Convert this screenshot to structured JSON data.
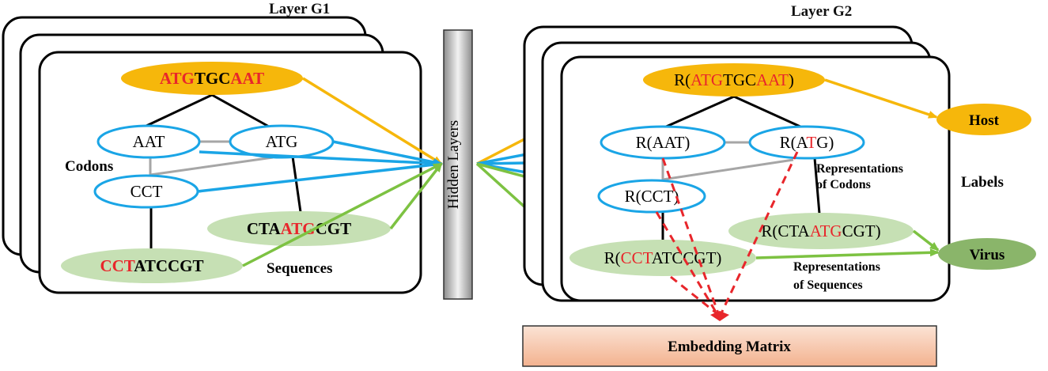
{
  "layer_g1": {
    "title": "Layer G1",
    "root_sequence": {
      "prefix": "ATG",
      "middle": "TGC",
      "suffix": "AAT"
    },
    "codons": [
      "AAT",
      "ATG",
      "CCT"
    ],
    "codons_label": "Codons",
    "seq_a": {
      "prefix": "CTA",
      "highlight": "ATG",
      "suffix": "CGT"
    },
    "seq_b": {
      "highlight": "CCT",
      "suffix": "ATCCGT"
    },
    "sequences_label": "Sequences"
  },
  "hidden_layers": {
    "label": "Hidden Layers"
  },
  "layer_g2": {
    "title": "Layer G2",
    "root": {
      "open": "R(",
      "prefix": "ATG",
      "middle": "TGC",
      "suffix": "AAT",
      "close": ")"
    },
    "codon_aat": "R(AAT)",
    "codon_atg": {
      "open": "R(A",
      "highlight": "T",
      "close": "G)"
    },
    "codon_cct": "R(CCT)",
    "rep_codons_line1": "Representations",
    "rep_codons_line2": "of Codons",
    "seq_a": {
      "open": "R(CTA",
      "highlight": "ATG",
      "close": "CGT)"
    },
    "seq_b": {
      "open": "R(",
      "highlight": "CCT",
      "close": "ATCCGT)"
    },
    "rep_seq_line1": "Representations",
    "rep_seq_line2": "of Sequences"
  },
  "labels": {
    "title": "Labels",
    "host": "Host",
    "virus": "Virus"
  },
  "embedding": {
    "label": "Embedding Matrix"
  },
  "colors": {
    "orange": "#f6b70b",
    "blue": "#1aa5e6",
    "green": "#7dc242",
    "light_green": "#c6e0b4",
    "virus_green": "#8ab56a",
    "red": "#e8262b",
    "grey_edge": "#a6a6a6",
    "embedding_fill": "#f6c8ae"
  }
}
